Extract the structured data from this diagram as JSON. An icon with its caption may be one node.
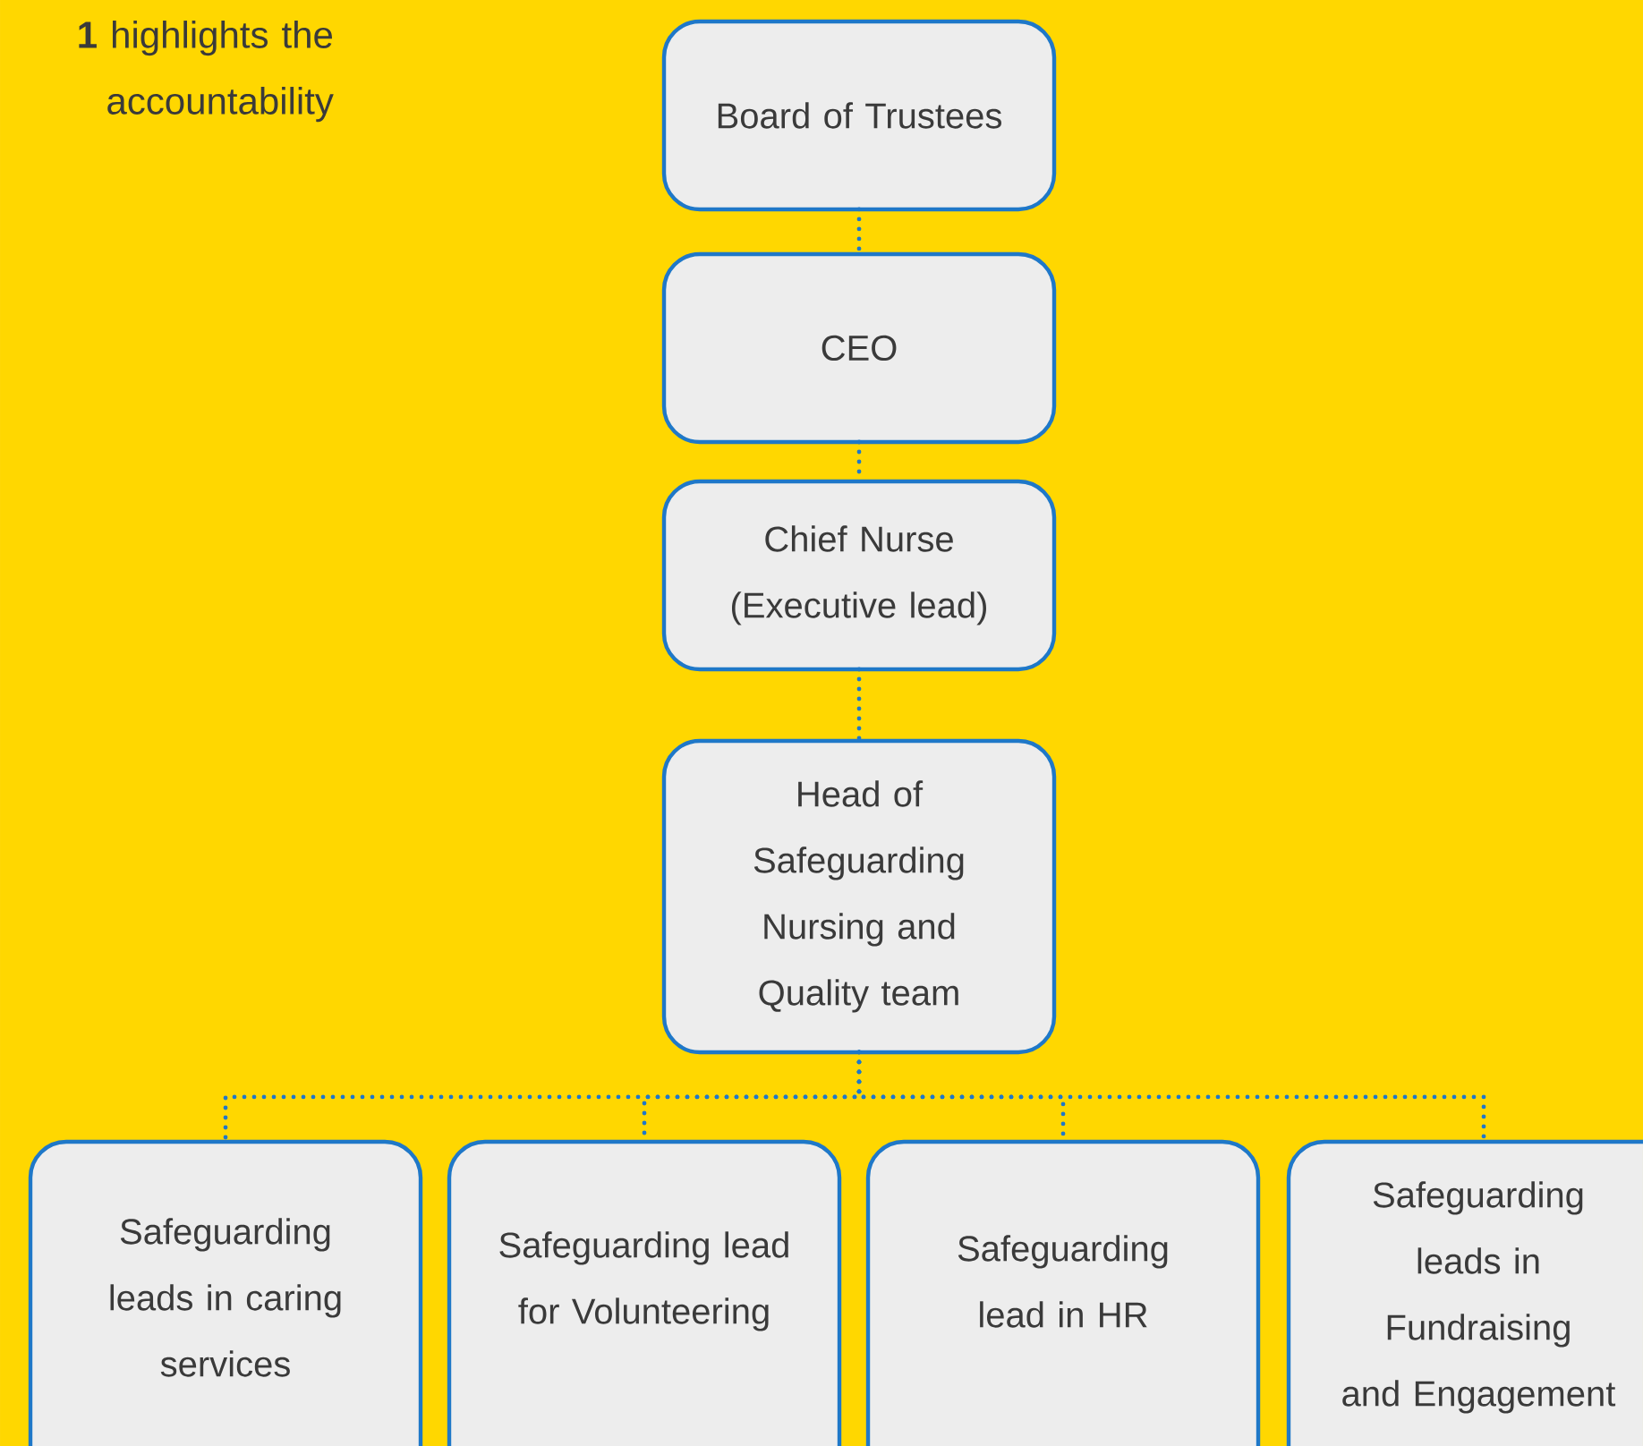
{
  "diagram": {
    "nodes": [
      {
        "text": [
          "Board of Trustees"
        ]
      },
      {
        "text": [
          "CEO"
        ]
      },
      {
        "text": [
          "Chief Nurse (Executive lead)"
        ]
      },
      {
        "text": [
          "Head of Safeguarding Nursing and Quality team"
        ]
      },
      {
        "text": [
          "Safeguarding leads in caring services"
        ]
      },
      {
        "text": [
          "Safeguarding lead for Volunteering"
        ]
      },
      {
        "text": [
          "Safeguarding lead in HR"
        ]
      },
      {
        "text": [
          "Safeguarding leads in Fundraising and Engagement"
        ]
      }
    ],
    "edges": [
      {
        "from": 0,
        "to": 1,
        "arrow": "none"
      },
      {
        "from": 1,
        "to": 2,
        "arrow": "none"
      },
      {
        "from": 2,
        "to": 3,
        "arrow": "none"
      },
      {
        "from": 3,
        "to": 4,
        "arrow": "none"
      },
      {
        "from": 3,
        "to": 5,
        "arrow": "none"
      },
      {
        "from": 3,
        "to": 6,
        "arrow": "none"
      },
      {
        "from": 3,
        "to": 7,
        "arrow": "none"
      }
    ],
    "labels": [
      "**1** highlights the accountability"
    ]
  }
}
